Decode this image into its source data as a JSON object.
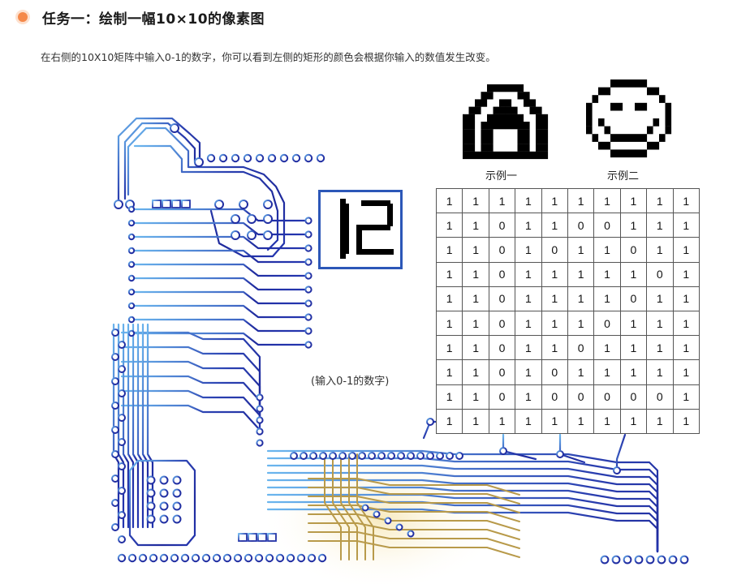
{
  "task": {
    "title": "任务一：绘制一幅10×10的像素图",
    "description": "在右侧的10X10矩阵中输入0-1的数字，你可以看到左侧的矩形的颜色会根据你输入的数值发生改变。",
    "input_hint": "(输入0-1的数字)"
  },
  "examples": [
    {
      "label": "示例一",
      "icon": "house-pixel-icon"
    },
    {
      "label": "示例二",
      "icon": "smiley-pixel-icon"
    }
  ],
  "display": {
    "text": "12"
  },
  "matrix": [
    [
      "1",
      "1",
      "1",
      "1",
      "1",
      "1",
      "1",
      "1",
      "1",
      "1"
    ],
    [
      "1",
      "1",
      "0",
      "1",
      "1",
      "0",
      "0",
      "1",
      "1",
      "1"
    ],
    [
      "1",
      "1",
      "0",
      "1",
      "0",
      "1",
      "1",
      "0",
      "1",
      "1"
    ],
    [
      "1",
      "1",
      "0",
      "1",
      "1",
      "1",
      "1",
      "1",
      "0",
      "1"
    ],
    [
      "1",
      "1",
      "0",
      "1",
      "1",
      "1",
      "1",
      "0",
      "1",
      "1"
    ],
    [
      "1",
      "1",
      "0",
      "1",
      "1",
      "1",
      "0",
      "1",
      "1",
      "1"
    ],
    [
      "1",
      "1",
      "0",
      "1",
      "1",
      "0",
      "1",
      "1",
      "1",
      "1"
    ],
    [
      "1",
      "1",
      "0",
      "1",
      "0",
      "1",
      "1",
      "1",
      "1",
      "1"
    ],
    [
      "1",
      "1",
      "0",
      "1",
      "0",
      "0",
      "0",
      "0",
      "0",
      "1"
    ],
    [
      "1",
      "1",
      "1",
      "1",
      "1",
      "1",
      "1",
      "1",
      "1",
      "1"
    ]
  ],
  "colors": {
    "accent_dot": "#f5894a",
    "trace_light": "#5aa6e8",
    "trace_dark": "#2233a6",
    "trace_gold": "#b89a4a",
    "display_border": "#2c57b8"
  }
}
